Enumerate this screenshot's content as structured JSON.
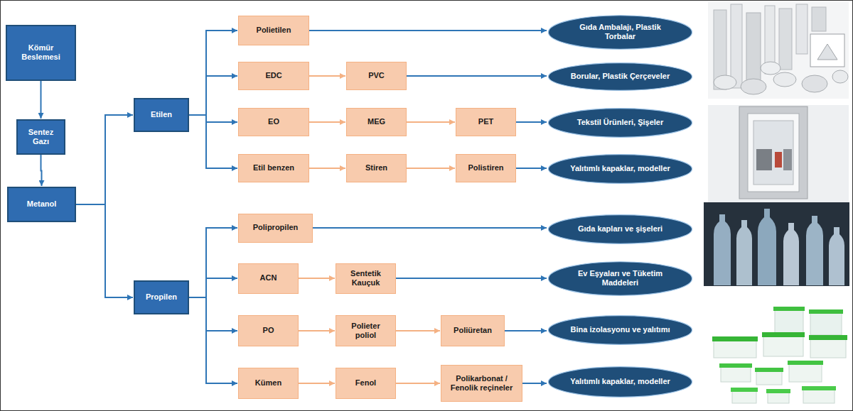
{
  "diagram": {
    "nodes": [
      {
        "text": [
          "Kömür Beslemesi"
        ]
      },
      {
        "text": [
          "Sentez Gazı"
        ]
      },
      {
        "text": [
          "Metanol"
        ]
      },
      {
        "text": [
          "Etilen"
        ]
      },
      {
        "text": [
          "Propilen"
        ]
      },
      {
        "text": [
          "Polietilen"
        ]
      },
      {
        "text": [
          "Gıda Ambalajı, Plastik Torbalar"
        ]
      },
      {
        "text": [
          "EDC"
        ]
      },
      {
        "text": [
          "PVC"
        ]
      },
      {
        "text": [
          "Borular, Plastik Çerçeveler"
        ]
      },
      {
        "text": [
          "EO"
        ]
      },
      {
        "text": [
          "MEG"
        ]
      },
      {
        "text": [
          "PET"
        ]
      },
      {
        "text": [
          "Tekstil Ürünleri, Şişeler"
        ]
      },
      {
        "text": [
          "Etil benzen"
        ]
      },
      {
        "text": [
          "Stiren"
        ]
      },
      {
        "text": [
          "Polistiren"
        ]
      },
      {
        "text": [
          "Yalıtımlı kapaklar, modeller"
        ]
      },
      {
        "text": [
          "Polipropilen"
        ]
      },
      {
        "text": [
          "Gıda kapları ve şişeleri"
        ]
      },
      {
        "text": [
          "ACN"
        ]
      },
      {
        "text": [
          "Sentetik Kauçuk"
        ]
      },
      {
        "text": [
          "Ev Eşyaları ve Tüketim Maddeleri"
        ]
      },
      {
        "text": [
          "PO"
        ]
      },
      {
        "text": [
          "Polieter poliol"
        ]
      },
      {
        "text": [
          "Poliüretan"
        ]
      },
      {
        "text": [
          "Bina izolasyonu ve yalıtımı"
        ]
      },
      {
        "text": [
          "Kümen"
        ]
      },
      {
        "text": [
          "Fenol"
        ]
      },
      {
        "text": [
          "Polikarbonat / Fenolik reçineler"
        ]
      },
      {
        "text": [
          "Yalıtımlı kapaklar, modeller"
        ]
      }
    ],
    "edges": [
      {
        "from": 0,
        "to": 1,
        "arrow": "to"
      },
      {
        "from": 1,
        "to": 2,
        "arrow": "to"
      },
      {
        "from": 2,
        "to": 3,
        "arrow": "to"
      },
      {
        "from": 2,
        "to": 4,
        "arrow": "to"
      },
      {
        "from": 3,
        "to": 5,
        "arrow": "to"
      },
      {
        "from": 3,
        "to": 7,
        "arrow": "to"
      },
      {
        "from": 3,
        "to": 10,
        "arrow": "to"
      },
      {
        "from": 3,
        "to": 14,
        "arrow": "to"
      },
      {
        "from": 5,
        "to": 6,
        "arrow": "to"
      },
      {
        "from": 7,
        "to": 8,
        "arrow": "to"
      },
      {
        "from": 8,
        "to": 9,
        "arrow": "to"
      },
      {
        "from": 10,
        "to": 11,
        "arrow": "to"
      },
      {
        "from": 11,
        "to": 12,
        "arrow": "to"
      },
      {
        "from": 12,
        "to": 13,
        "arrow": "to"
      },
      {
        "from": 14,
        "to": 15,
        "arrow": "to"
      },
      {
        "from": 15,
        "to": 16,
        "arrow": "to"
      },
      {
        "from": 16,
        "to": 17,
        "arrow": "to"
      },
      {
        "from": 4,
        "to": 18,
        "arrow": "to"
      },
      {
        "from": 4,
        "to": 20,
        "arrow": "to"
      },
      {
        "from": 4,
        "to": 23,
        "arrow": "to"
      },
      {
        "from": 4,
        "to": 27,
        "arrow": "to"
      },
      {
        "from": 18,
        "to": 19,
        "arrow": "to"
      },
      {
        "from": 20,
        "to": 21,
        "arrow": "to"
      },
      {
        "from": 21,
        "to": 22,
        "arrow": "to"
      },
      {
        "from": 23,
        "to": 24,
        "arrow": "to"
      },
      {
        "from": 24,
        "to": 25,
        "arrow": "to"
      },
      {
        "from": 25,
        "to": 26,
        "arrow": "to"
      },
      {
        "from": 27,
        "to": 28,
        "arrow": "to"
      },
      {
        "from": 28,
        "to": 29,
        "arrow": "to"
      },
      {
        "from": 29,
        "to": 30,
        "arrow": "to"
      }
    ]
  }
}
